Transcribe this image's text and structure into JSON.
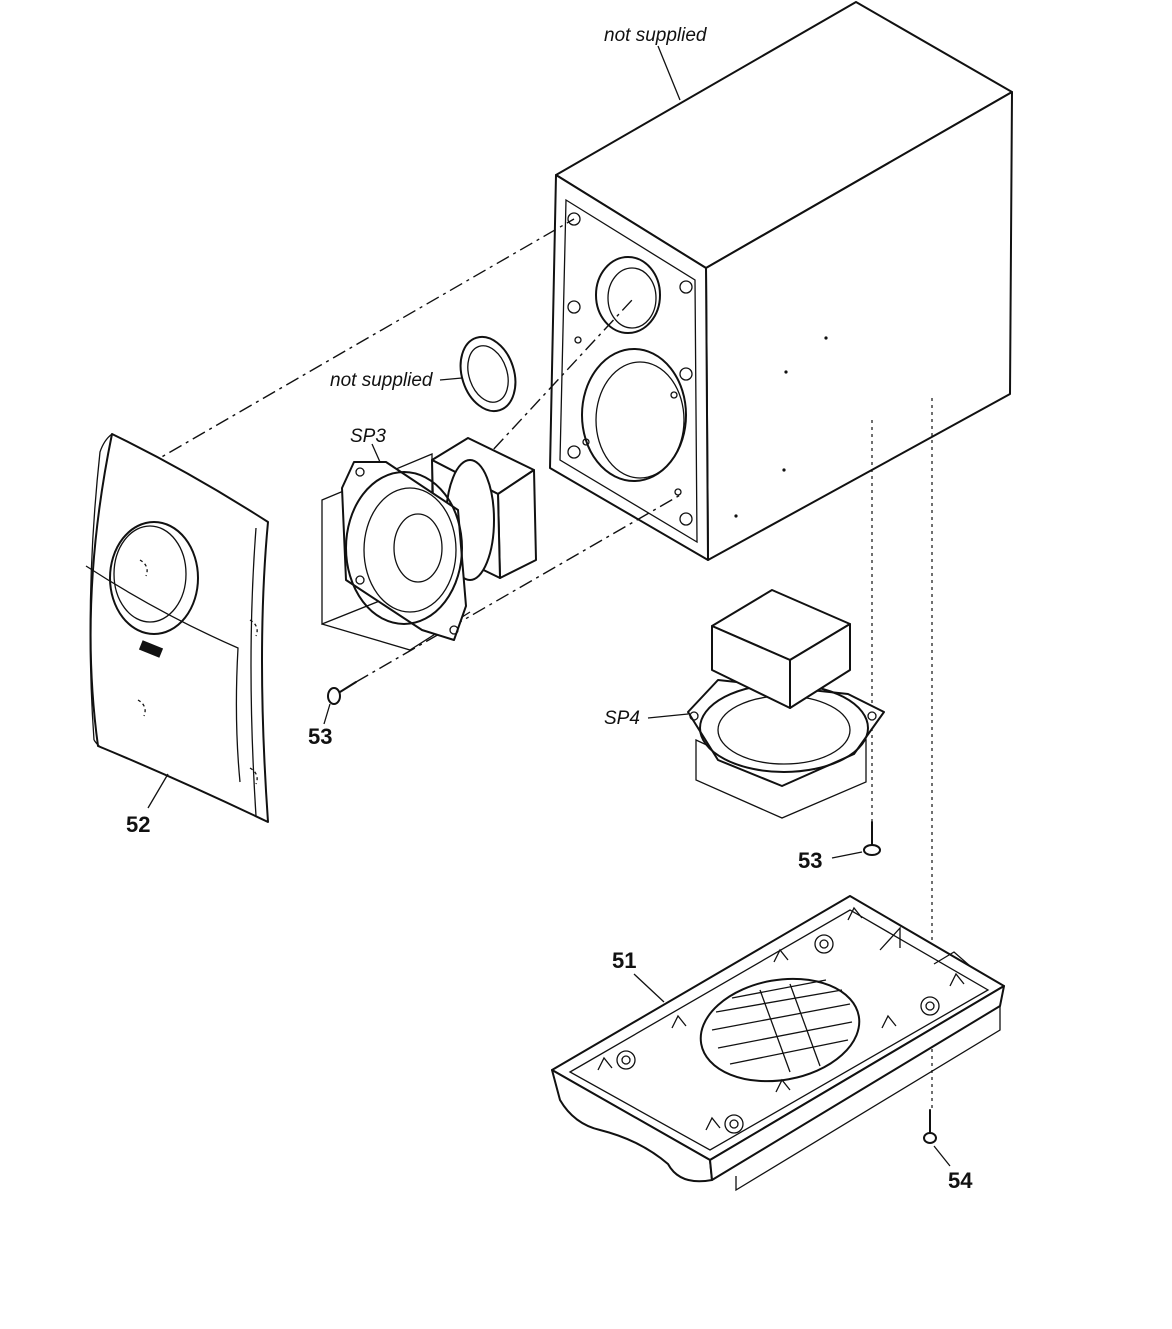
{
  "labels": {
    "not_supplied_top": "not supplied",
    "not_supplied_ring": "not supplied",
    "sp3": "SP3",
    "sp4": "SP4",
    "part_52": "52",
    "part_53_left": "53",
    "part_53_right": "53",
    "part_51": "51",
    "part_54": "54"
  },
  "parts": [
    {
      "id": "51",
      "icon": "base-tray"
    },
    {
      "id": "52",
      "icon": "front-grille"
    },
    {
      "id": "53",
      "icon": "screw"
    },
    {
      "id": "54",
      "icon": "screw"
    },
    {
      "id": "SP3",
      "icon": "woofer-speaker"
    },
    {
      "id": "SP4",
      "icon": "subwoofer-speaker"
    }
  ],
  "colors": {
    "ink": "#111111",
    "paper": "#ffffff"
  }
}
